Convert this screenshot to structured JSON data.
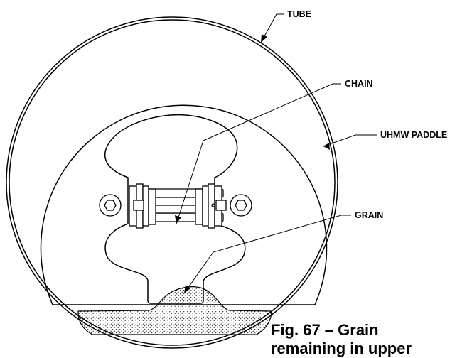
{
  "labels": {
    "tube": "TUBE",
    "chain": "CHAIN",
    "uhmw_paddle": "UHMW PADDLE",
    "grain": "GRAIN"
  },
  "caption": {
    "line1": "Fig. 67 – Grain",
    "line2": "remaining in upper"
  }
}
